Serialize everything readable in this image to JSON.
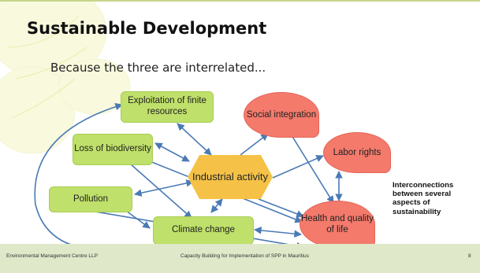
{
  "slide": {
    "title": "Sustainable Development",
    "subtitle": "Because the three are interrelated..."
  },
  "diagram": {
    "nodes": {
      "exploitation": "Exploitation of finite resources",
      "biodiversity": "Loss of biodiversity",
      "pollution": "Pollution",
      "climate": "Climate change",
      "industrial": "Industrial activity",
      "social": "Social integration",
      "labor": "Labor rights",
      "health": "Health and quality of life"
    },
    "note": "Interconnections between several aspects of sustainability"
  },
  "footer": {
    "organization": "Environmental Management Centre LLP",
    "course": "Capacity Building for Implementation of SPP in Mauritius",
    "page_number": "8"
  },
  "colors": {
    "green_box": "#bfe06a",
    "orange_hex": "#f5c247",
    "salmon_blob": "#f47a6c",
    "arrow": "#4a7ab5",
    "footer_bar": "#dfe8c8"
  }
}
